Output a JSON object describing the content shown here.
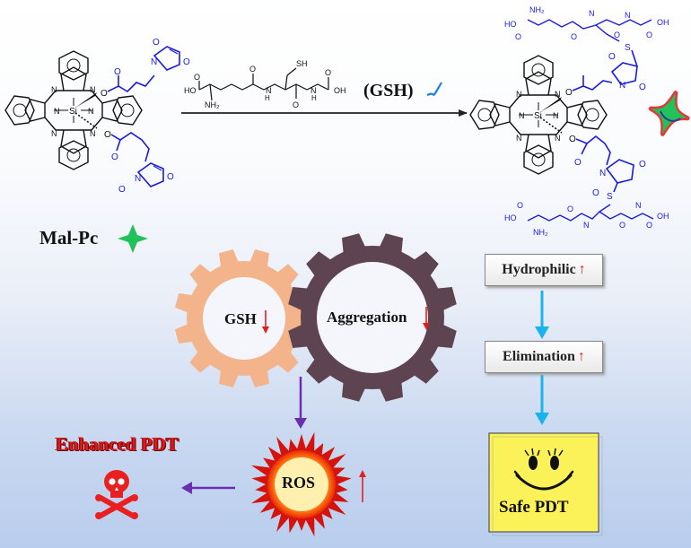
{
  "reagent": {
    "name": "(GSH)"
  },
  "molecule": {
    "name": "Mal-Pc",
    "atom_labels": {
      "N": "N",
      "Si": "Si",
      "O": "O",
      "S": "S",
      "NH2": "NH₂",
      "HO": "HO",
      "OH": "OH",
      "H": "H",
      "SH": "SH"
    }
  },
  "gears": {
    "left_label": "GSH",
    "right_label": "Aggregation"
  },
  "ros": {
    "label": "ROS"
  },
  "outcomes": {
    "enhanced": "Enhanced PDT",
    "safe": "Safe PDT"
  },
  "flow": {
    "step1": "Hydrophilic",
    "step2": "Elimination"
  },
  "colors": {
    "blue_structure": "#1a1adc",
    "gear_left": "#f3b48c",
    "gear_right": "#5e4351",
    "arrow_cyan": "#19b4ee",
    "arrow_purple": "#6a2fb0",
    "red": "#e02020",
    "star_green": "#22c25a",
    "yellow_box": "#fbf25a"
  }
}
